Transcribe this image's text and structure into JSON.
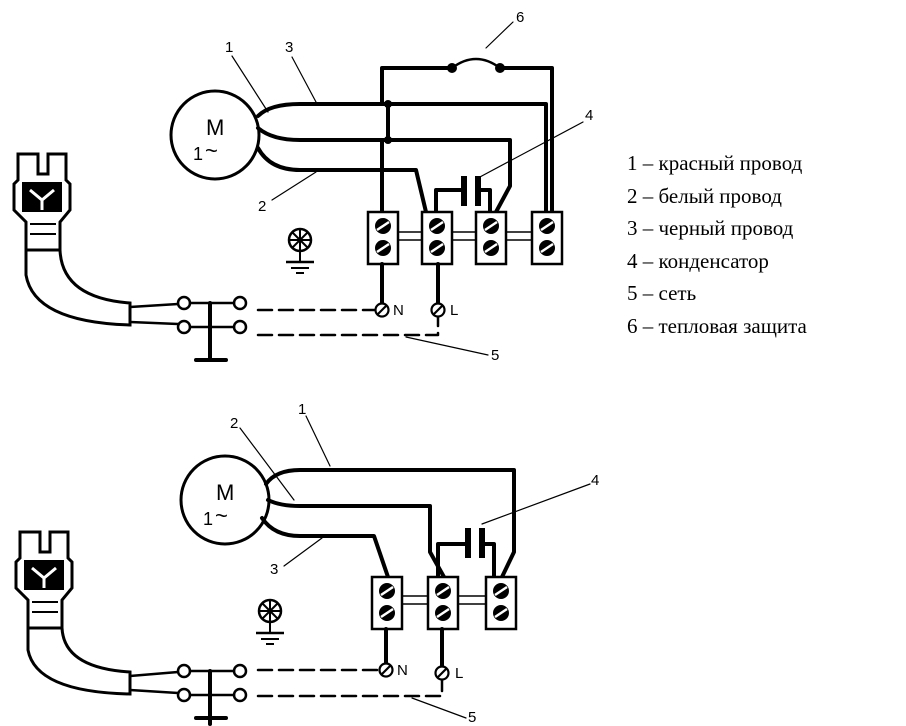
{
  "diagram_top": {
    "motor_letter": "M",
    "motor_phase": "1",
    "motor_symbol": "~",
    "callouts": {
      "c1": "1",
      "c2": "2",
      "c3": "3",
      "c4": "4",
      "c5": "5",
      "c6": "6"
    },
    "terminal_N": "N",
    "terminal_L": "L"
  },
  "diagram_bottom": {
    "motor_letter": "M",
    "motor_phase": "1",
    "motor_symbol": "~",
    "callouts": {
      "c1": "1",
      "c2": "2",
      "c3": "3",
      "c4": "4",
      "c5": "5"
    },
    "terminal_N": "N",
    "terminal_L": "L"
  },
  "legend": [
    "1 – красный провод",
    "2 – белый провод",
    "3 – черный провод",
    "4 – конденсатор",
    "5 – сеть",
    "6 – тепловая защита"
  ]
}
